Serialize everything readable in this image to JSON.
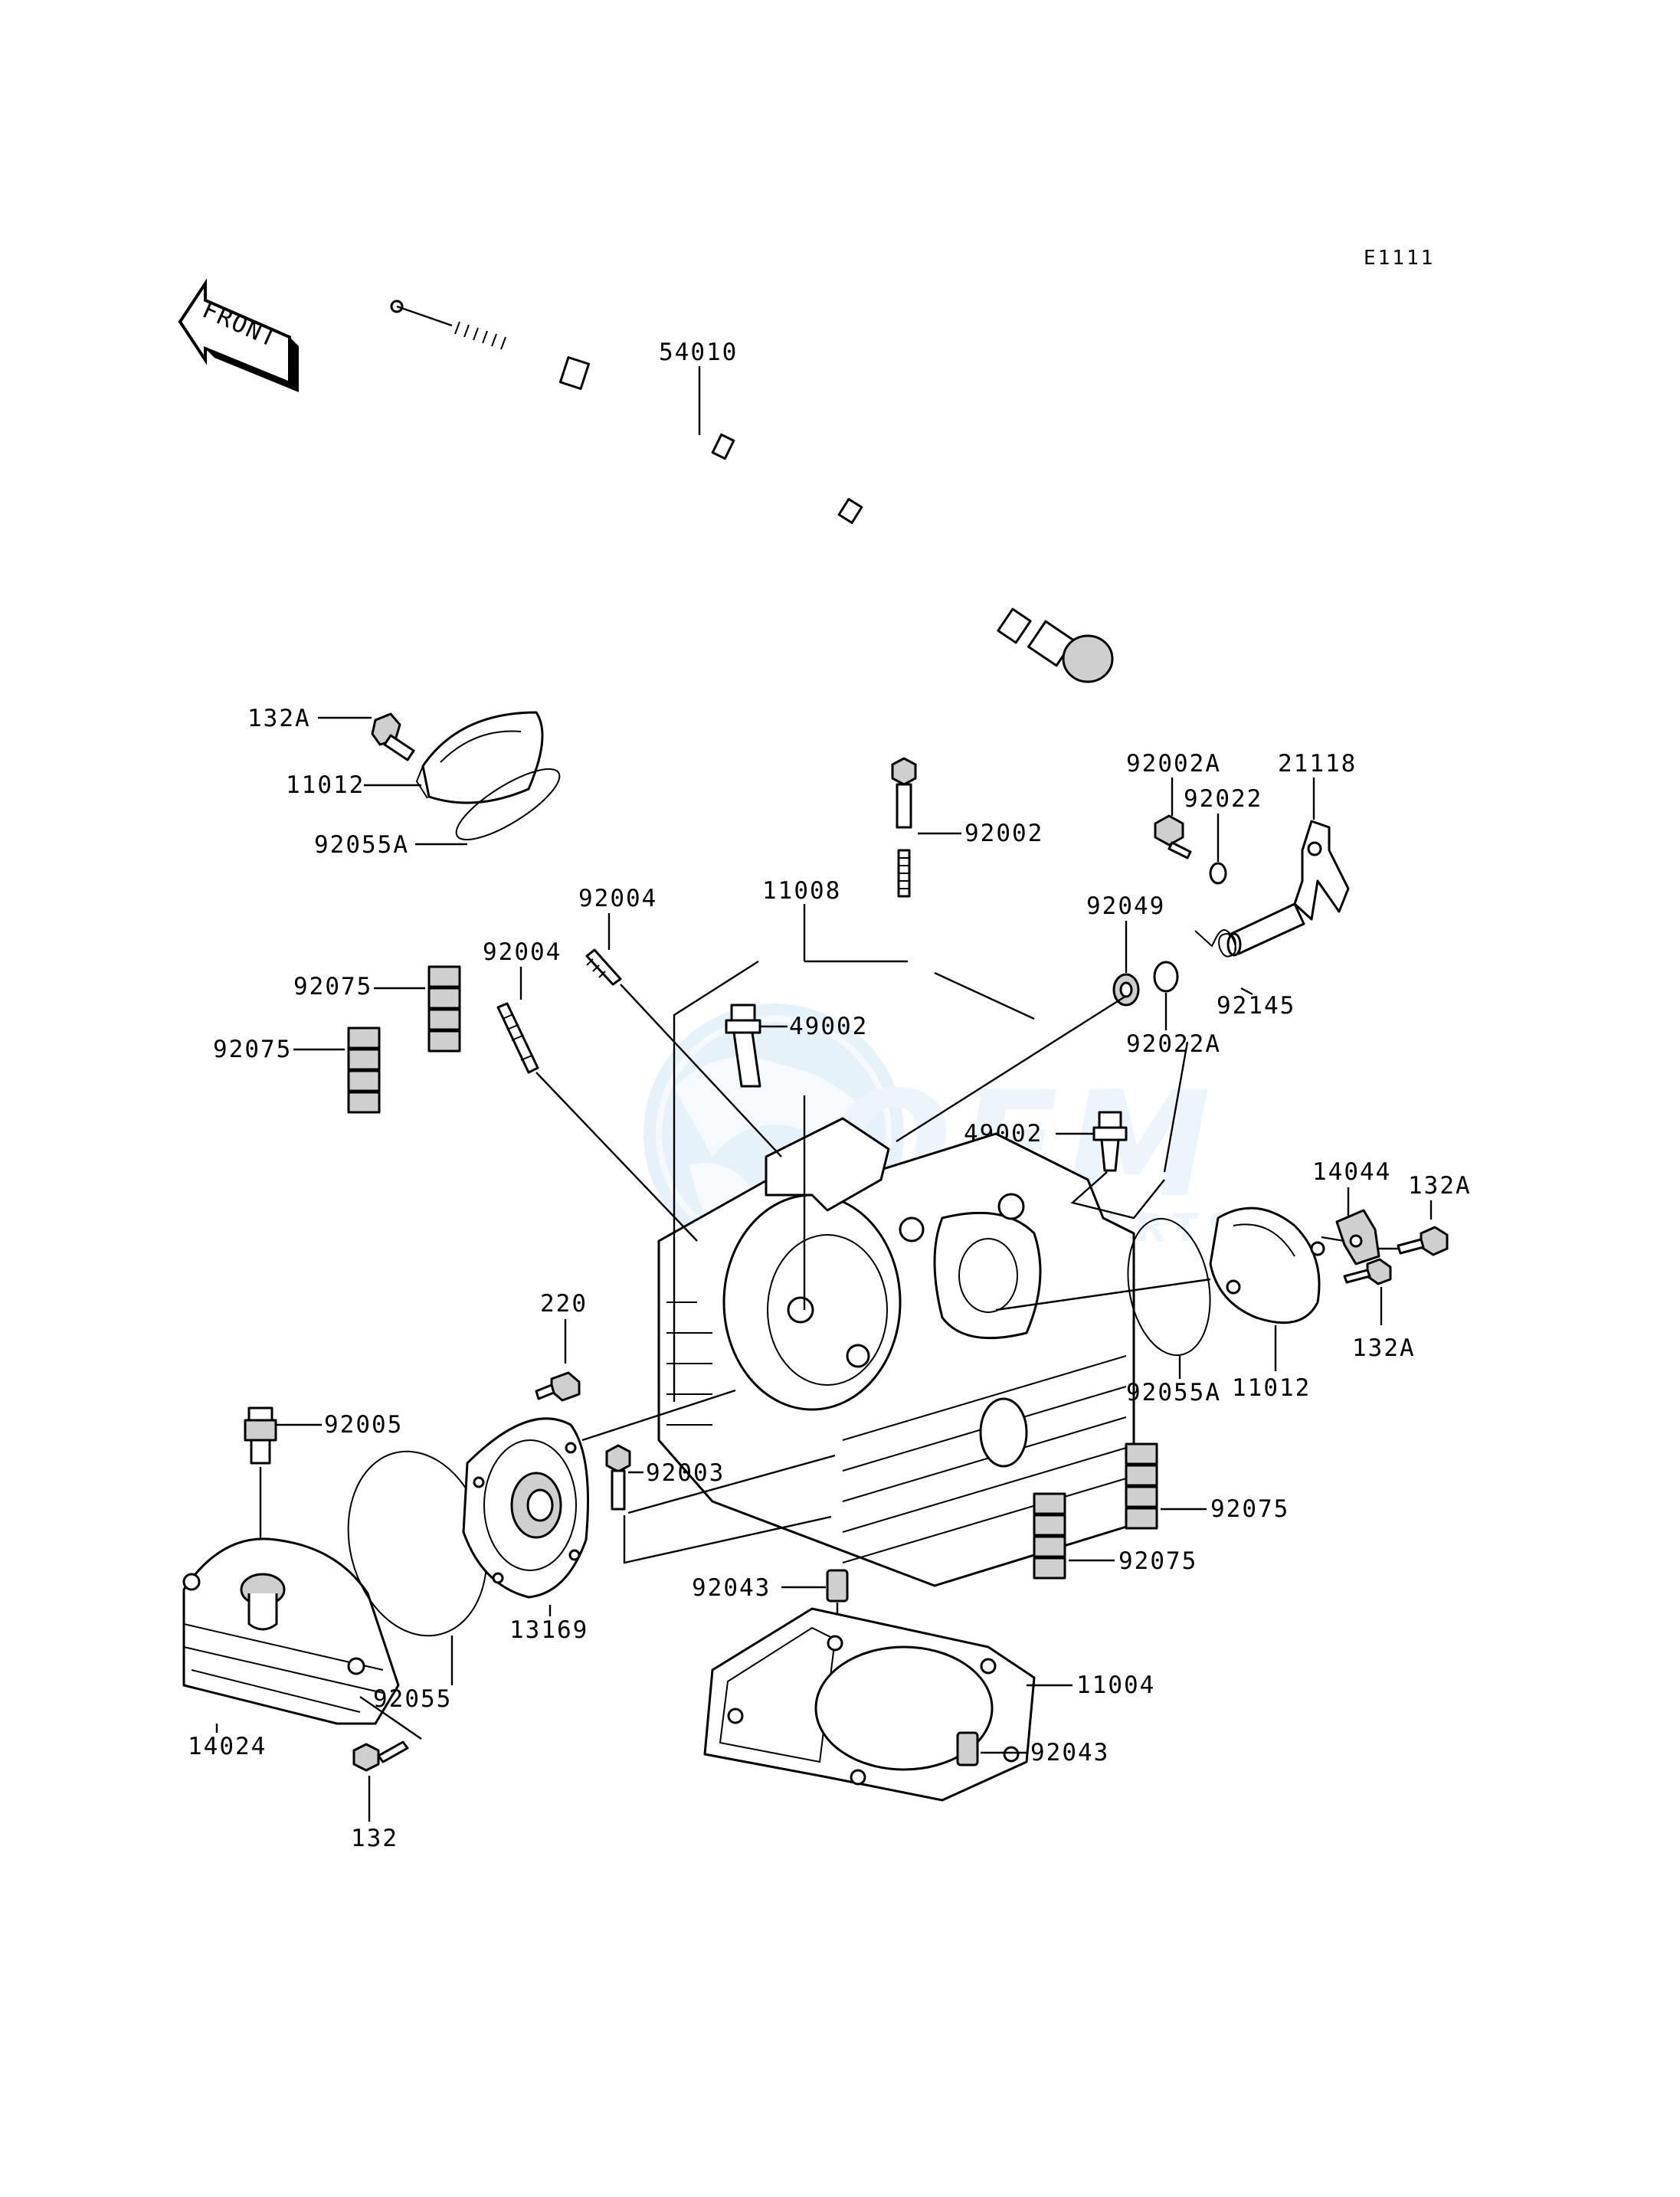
{
  "diagram_ref": "E1111",
  "front_label": "FRONT",
  "watermark": {
    "logo_text": "OEM",
    "sub_text": "MOTORPARTS"
  },
  "parts": [
    {
      "id": "54010",
      "label": "54010"
    },
    {
      "id": "132A_top",
      "label": "132A"
    },
    {
      "id": "11012_top",
      "label": "11012"
    },
    {
      "id": "92055A_top",
      "label": "92055A"
    },
    {
      "id": "92002A",
      "label": "92002A"
    },
    {
      "id": "21118",
      "label": "21118"
    },
    {
      "id": "92022",
      "label": "92022"
    },
    {
      "id": "92002",
      "label": "92002"
    },
    {
      "id": "92004_a",
      "label": "92004"
    },
    {
      "id": "11008",
      "label": "11008"
    },
    {
      "id": "92049",
      "label": "92049"
    },
    {
      "id": "92004_b",
      "label": "92004"
    },
    {
      "id": "92075_a",
      "label": "92075"
    },
    {
      "id": "92145",
      "label": "92145"
    },
    {
      "id": "49002_a",
      "label": "49002"
    },
    {
      "id": "92022A",
      "label": "92022A"
    },
    {
      "id": "92075_b",
      "label": "92075"
    },
    {
      "id": "49002_b",
      "label": "49002"
    },
    {
      "id": "14044",
      "label": "14044"
    },
    {
      "id": "132A_right1",
      "label": "132A"
    },
    {
      "id": "220",
      "label": "220"
    },
    {
      "id": "132A_right2",
      "label": "132A"
    },
    {
      "id": "92055A_right",
      "label": "92055A"
    },
    {
      "id": "11012_right",
      "label": "11012"
    },
    {
      "id": "92005",
      "label": "92005"
    },
    {
      "id": "92003",
      "label": "92003"
    },
    {
      "id": "92075_c",
      "label": "92075"
    },
    {
      "id": "92075_d",
      "label": "92075"
    },
    {
      "id": "92043_a",
      "label": "92043"
    },
    {
      "id": "13169",
      "label": "13169"
    },
    {
      "id": "11004",
      "label": "11004"
    },
    {
      "id": "92055",
      "label": "92055"
    },
    {
      "id": "14024",
      "label": "14024"
    },
    {
      "id": "92043_b",
      "label": "92043"
    },
    {
      "id": "132",
      "label": "132"
    }
  ]
}
